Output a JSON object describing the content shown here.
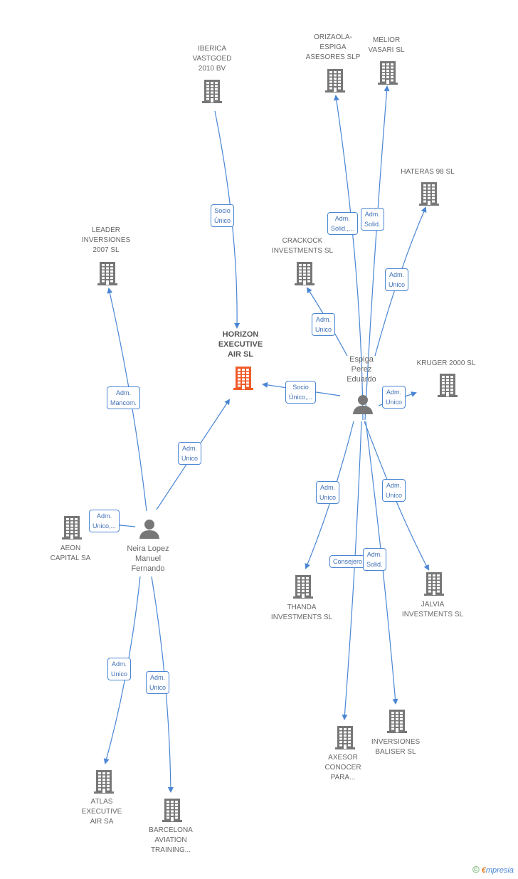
{
  "colors": {
    "company": "#777777",
    "main_company": "#f05a28",
    "person": "#777777",
    "edge": "#4a86d4",
    "edge_text": "#3f6fb5"
  },
  "nodes": {
    "iberica": {
      "lines": [
        "IBERICA",
        "VASTGOED",
        "2010 BV"
      ],
      "icon": "building-icon"
    },
    "orizaola": {
      "lines": [
        "ORIZAOLA-",
        "ESPIGA",
        "ASESORES SLP"
      ],
      "icon": "building-icon"
    },
    "melior": {
      "lines": [
        "MELIOR",
        "VASARI SL"
      ],
      "icon": "building-icon"
    },
    "hateras": {
      "lines": [
        "HATERAS 98 SL"
      ],
      "icon": "building-icon"
    },
    "leader": {
      "lines": [
        "LEADER",
        "INVERSIONES",
        "2007 SL"
      ],
      "icon": "building-icon"
    },
    "crackock": {
      "lines": [
        "CRACKOCK",
        "INVESTMENTS SL"
      ],
      "icon": "building-icon"
    },
    "horizon": {
      "lines": [
        "HORIZON",
        "EXECUTIVE",
        "AIR SL"
      ],
      "icon": "building-icon"
    },
    "espiga": {
      "lines": [
        "Espiga",
        "Perez",
        "Eduardo"
      ],
      "icon": "person-icon"
    },
    "kruger": {
      "lines": [
        "KRUGER 2000 SL"
      ],
      "icon": "building-icon"
    },
    "aeon": {
      "lines": [
        "AEON",
        "CAPITAL SA"
      ],
      "icon": "building-icon"
    },
    "neira": {
      "lines": [
        "Neira Lopez",
        "Manuel",
        "Fernando"
      ],
      "icon": "person-icon"
    },
    "thanda": {
      "lines": [
        "THANDA",
        "INVESTMENTS SL"
      ],
      "icon": "building-icon"
    },
    "jalvia": {
      "lines": [
        "JALVIA",
        "INVESTMENTS SL"
      ],
      "icon": "building-icon"
    },
    "axesor": {
      "lines": [
        "AXESOR",
        "CONOCER",
        "PARA..."
      ],
      "icon": "building-icon"
    },
    "baliser": {
      "lines": [
        "INVERSIONES",
        "BALISER SL"
      ],
      "icon": "building-icon"
    },
    "atlas": {
      "lines": [
        "ATLAS",
        "EXECUTIVE",
        "AIR SA"
      ],
      "icon": "building-icon"
    },
    "barcelona": {
      "lines": [
        "BARCELONA",
        "AVIATION",
        "TRAINING..."
      ],
      "icon": "building-icon"
    }
  },
  "edges": [
    {
      "from": "iberica",
      "to": "horizon",
      "label": [
        "Socio",
        "Único"
      ]
    },
    {
      "from": "espiga",
      "to": "orizaola",
      "label": [
        "Adm.",
        "Solid.,..."
      ]
    },
    {
      "from": "espiga",
      "to": "melior",
      "label": [
        "Adm.",
        "Solid."
      ]
    },
    {
      "from": "espiga",
      "to": "hateras",
      "label": [
        "Adm.",
        "Unico"
      ]
    },
    {
      "from": "espiga",
      "to": "crackock",
      "label": [
        "Adm.",
        "Unico"
      ]
    },
    {
      "from": "espiga",
      "to": "horizon",
      "label": [
        "Socio",
        "Único,..."
      ]
    },
    {
      "from": "espiga",
      "to": "kruger",
      "label": [
        "Adm.",
        "Unico"
      ]
    },
    {
      "from": "espiga",
      "to": "thanda",
      "label": [
        "Adm.",
        "Unico"
      ]
    },
    {
      "from": "espiga",
      "to": "jalvia",
      "label": [
        "Adm.",
        "Unico"
      ]
    },
    {
      "from": "espiga",
      "to": "axesor",
      "label": [
        "Consejero"
      ]
    },
    {
      "from": "espiga",
      "to": "baliser",
      "label": [
        "Adm.",
        "Solid."
      ]
    },
    {
      "from": "neira",
      "to": "leader",
      "label": [
        "Adm.",
        "Mancom."
      ]
    },
    {
      "from": "neira",
      "to": "horizon",
      "label": [
        "Adm.",
        "Unico"
      ]
    },
    {
      "from": "neira",
      "to": "aeon",
      "label": [
        "Adm.",
        "Unico,..."
      ]
    },
    {
      "from": "neira",
      "to": "atlas",
      "label": [
        "Adm.",
        "Unico"
      ]
    },
    {
      "from": "neira",
      "to": "barcelona",
      "label": [
        "Adm.",
        "Unico"
      ]
    }
  ],
  "footer": {
    "copyright": "©",
    "brand_e": "€",
    "brand_rest": "mpresia"
  }
}
